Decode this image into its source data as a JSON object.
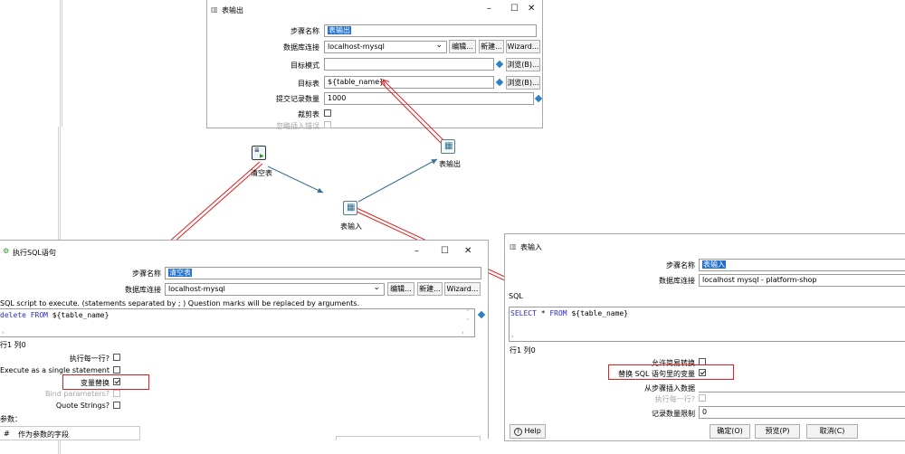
{
  "top_dialog": {
    "title": "表输出",
    "controls": {
      "minimize": "–",
      "maximize": "☐",
      "close": "✕"
    },
    "fields": {
      "step_name_label": "步骤名称",
      "step_name_value": "表输出",
      "db_conn_label": "数据库连接",
      "db_conn_value": "localhost-mysql",
      "target_schema_label": "目标模式",
      "target_schema_value": "",
      "target_table_label": "目标表",
      "target_table_value": "${table_name}",
      "commit_size_label": "提交记录数量",
      "commit_size_value": "1000",
      "truncate_label": "裁剪表",
      "ignore_errors_label": "忽略插入错误"
    },
    "buttons": {
      "edit": "编辑...",
      "new": "新建...",
      "wizard": "Wizard...",
      "browse1": "浏览(B)...",
      "browse2": "浏览(B)..."
    }
  },
  "flow": {
    "nodes": {
      "clear_table": "清空表",
      "table_output": "表输出",
      "table_input": "表输入"
    }
  },
  "sql_dialog": {
    "title": "执行SQL语句",
    "controls": {
      "minimize": "–",
      "maximize": "☐",
      "close": "✕"
    },
    "step_name_label": "步骤名称",
    "step_name_value": "清空表",
    "db_conn_label": "数据库连接",
    "db_conn_value": "localhost-mysql",
    "buttons": {
      "edit": "编辑...",
      "new": "新建...",
      "wizard": "Wizard..."
    },
    "sql_hint": "SQL script to execute. (statements separated by ; ) Question marks will be replaced by arguments.",
    "sql_kw": "delete FROM",
    "sql_rest": " ${table_name}",
    "rowcol": "行1 列0",
    "options": {
      "exec_each_row": "执行每一行?",
      "single_statement": "Execute as a single statement",
      "var_replace": "变量替换",
      "bind_params": "Bind parameters?",
      "quote_strings": "Quote Strings?"
    },
    "params_label": "参数：",
    "table_header_num": "#",
    "table_header_field": "作为参数的字段"
  },
  "input_dialog": {
    "title": "表输入",
    "step_name_label": "步骤名称",
    "step_name_value": "表输入",
    "db_conn_label": "数据库连接",
    "db_conn_value": "localhost mysql - platform-shop",
    "sql_label": "SQL",
    "sql_kw1": "SELECT",
    "sql_mid": " * ",
    "sql_kw2": "FROM",
    "sql_rest": " ${table_name}",
    "rowcol": "行1 列0",
    "options": {
      "lazy_conv": "允许简易转换",
      "replace_vars": "替换 SQL 语句里的变量",
      "insert_from_step": "从步骤插入数据",
      "exec_each_row": "执行每一行?",
      "limit_label": "记录数量限制",
      "limit_value": "0"
    },
    "buttons": {
      "help": "Help",
      "ok": "确定(O)",
      "preview": "预览(P)",
      "cancel": "取消(C)"
    }
  },
  "colors": {
    "accent": "#1f6fd1",
    "annotation": "#e02020",
    "hop": "#3f6f8c"
  }
}
